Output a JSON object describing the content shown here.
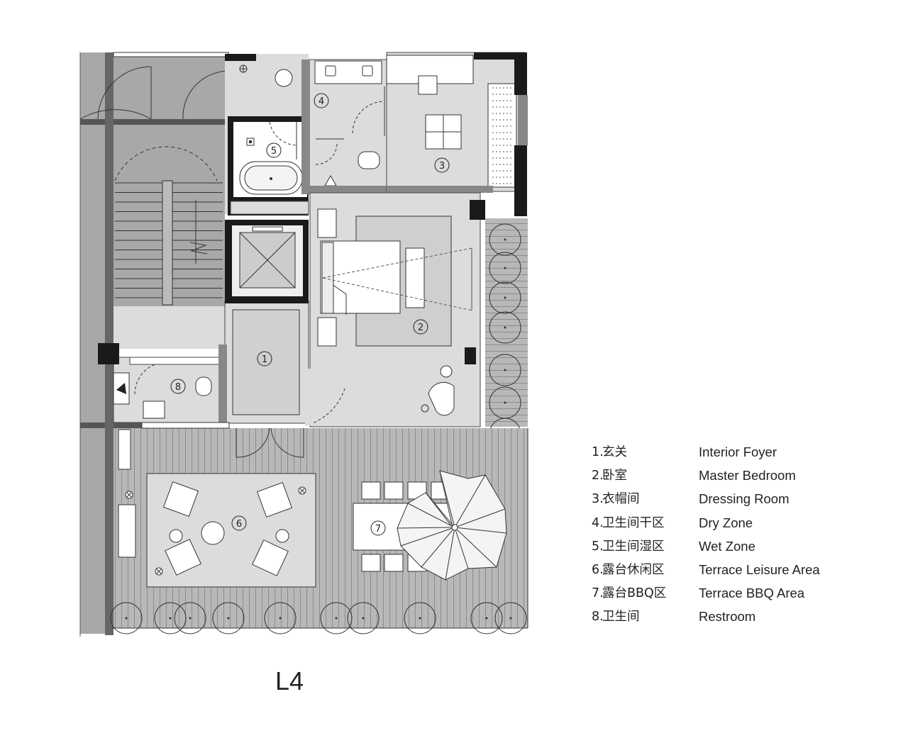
{
  "floor_label": "L4",
  "rooms": [
    {
      "number": "1",
      "symbol": "①",
      "name_zh": "玄关",
      "name_en": "Interior Foyer"
    },
    {
      "number": "2",
      "symbol": "②",
      "name_zh": "卧室",
      "name_en": "Master Bedroom"
    },
    {
      "number": "3",
      "symbol": "③",
      "name_zh": "衣帽间",
      "name_en": "Dressing Room"
    },
    {
      "number": "4",
      "symbol": "④",
      "name_zh": "卫生间干区",
      "name_en": "Dry Zone"
    },
    {
      "number": "5",
      "symbol": "⑤",
      "name_zh": "卫生间湿区",
      "name_en": "Wet Zone"
    },
    {
      "number": "6",
      "symbol": "⑥",
      "name_zh": "露台休闲区",
      "name_en": "Terrace Leisure Area"
    },
    {
      "number": "7",
      "symbol": "⑦",
      "name_zh": "露台BBQ区",
      "name_en": "Terrace BBQ Area"
    },
    {
      "number": "8",
      "symbol": "⑧",
      "name_zh": "卫生间",
      "name_en": "Restroom"
    }
  ],
  "colors": {
    "wall": "#1a1a1a",
    "dark_gray": "#9a9a9a",
    "light_gray": "#dcdcdc",
    "deck": "#b5b5b5",
    "deck_line": "#8a8a8a",
    "line": "#333333"
  }
}
